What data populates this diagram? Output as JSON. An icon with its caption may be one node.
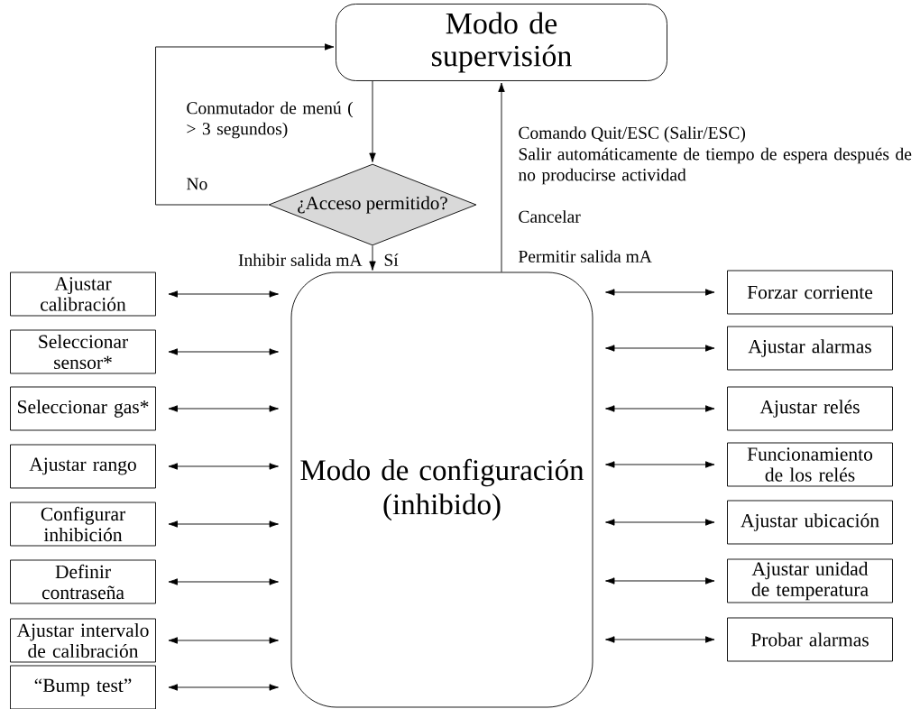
{
  "diagram": {
    "nodes": [
      {
        "text": [
          "Modo de supervisión"
        ]
      },
      {
        "text": [
          "¿Acceso permitido?"
        ]
      },
      {
        "text": [
          "Modo de configuración (inhibido)"
        ]
      },
      {
        "text": [
          "Ajustar calibración"
        ]
      },
      {
        "text": [
          "Seleccionar sensor*"
        ]
      },
      {
        "text": [
          "Seleccionar gas*"
        ]
      },
      {
        "text": [
          "Ajustar rango"
        ]
      },
      {
        "text": [
          "Configurar inhibición"
        ]
      },
      {
        "text": [
          "Definir contraseña"
        ]
      },
      {
        "text": [
          "Ajustar intervalo de calibración"
        ]
      },
      {
        "text": [
          "“Bump test”"
        ]
      },
      {
        "text": [
          "Forzar corriente"
        ]
      },
      {
        "text": [
          "Ajustar alarmas"
        ]
      },
      {
        "text": [
          "Ajustar relés"
        ]
      },
      {
        "text": [
          "Funcionamiento de los relés"
        ]
      },
      {
        "text": [
          "Ajustar ubicación"
        ]
      },
      {
        "text": [
          "Ajustar unidad de temperatura"
        ]
      },
      {
        "text": [
          "Probar alarmas"
        ]
      }
    ],
    "edges": [
      {
        "from": 0,
        "to": 1,
        "arrow": "to",
        "label": "Conmutador de menú ( > 3 segundos)"
      },
      {
        "from": 1,
        "to": 0,
        "arrow": "to",
        "label": "No"
      },
      {
        "from": 1,
        "to": 2,
        "arrow": "to",
        "label": "Sí"
      },
      {
        "from": 2,
        "to": 0,
        "arrow": "to"
      },
      {
        "from": 3,
        "to": 2,
        "arrow": "both"
      },
      {
        "from": 4,
        "to": 2,
        "arrow": "both"
      },
      {
        "from": 5,
        "to": 2,
        "arrow": "both"
      },
      {
        "from": 6,
        "to": 2,
        "arrow": "both"
      },
      {
        "from": 7,
        "to": 2,
        "arrow": "both"
      },
      {
        "from": 8,
        "to": 2,
        "arrow": "both"
      },
      {
        "from": 9,
        "to": 2,
        "arrow": "both"
      },
      {
        "from": 10,
        "to": 2,
        "arrow": "both"
      },
      {
        "from": 2,
        "to": 11,
        "arrow": "both"
      },
      {
        "from": 2,
        "to": 12,
        "arrow": "both"
      },
      {
        "from": 2,
        "to": 13,
        "arrow": "both"
      },
      {
        "from": 2,
        "to": 14,
        "arrow": "both"
      },
      {
        "from": 2,
        "to": 15,
        "arrow": "both"
      },
      {
        "from": 2,
        "to": 16,
        "arrow": "both"
      },
      {
        "from": 2,
        "to": 17,
        "arrow": "both"
      }
    ],
    "labels": [
      "Inhibir salida mA",
      "Comando Quit/ESC (Salir/ESC)",
      "Salir automáticamente de tiempo de espera después de no producirse actividad",
      "Cancelar",
      "Permitir salida mA"
    ]
  }
}
